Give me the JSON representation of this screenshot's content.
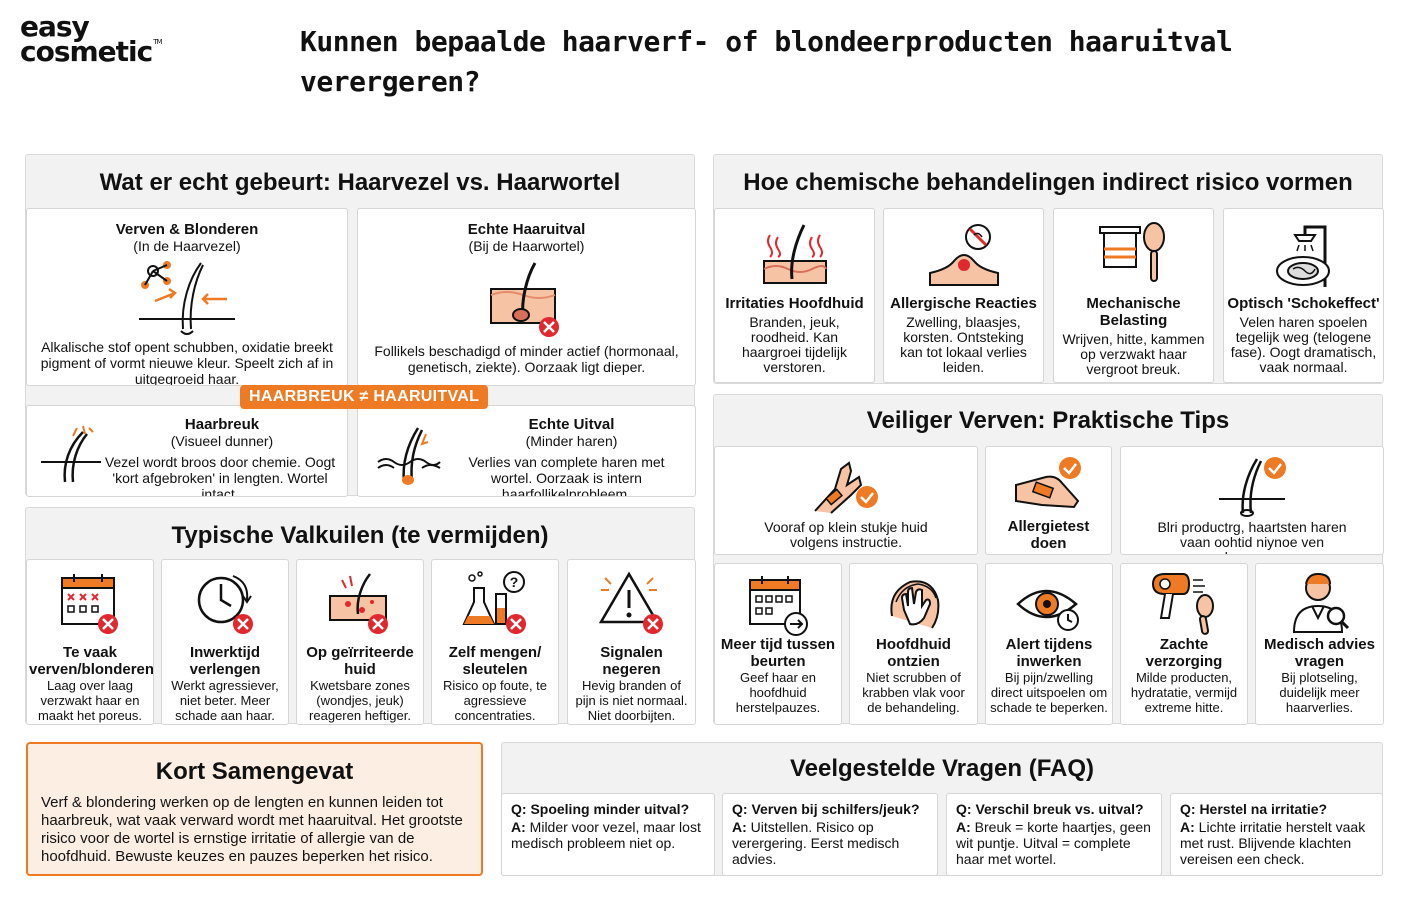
{
  "brand": {
    "line1": "easy",
    "line2": "cosmetic",
    "tm": "TM"
  },
  "title": "Kunnen bepaalde haarverf- of blondeerproducten haaruitval verergeren?",
  "section1": {
    "title": "Wat er echt gebeurt: Haarvezel vs. Haarwortel",
    "badge": "HAARBREUK ≠ HAARUITVAL",
    "cards": [
      {
        "title": "Verven & Blonderen",
        "subtitle": "(In de Haarvezel)",
        "text": "Alkalische stof opent schubben, oxidatie breekt pigment of vormt nieuwe kleur. Speelt zich af in uitgegroeid haar."
      },
      {
        "title": "Echte Haaruitval",
        "subtitle": "(Bij de Haarwortel)",
        "text": "Follikels beschadigd of minder actief (hormonaal, genetisch, ziekte). Oorzaak ligt dieper."
      },
      {
        "title": "Haarbreuk",
        "subtitle": "(Visueel dunner)",
        "text": "Vezel wordt broos door chemie. Oogt 'kort afgebroken' in lengten. Wortel intact."
      },
      {
        "title": "Echte Uitval",
        "subtitle": "(Minder haren)",
        "text": "Verlies van complete haren met wortel. Oorzaak is intern haarfollikelprobleem."
      }
    ]
  },
  "section2": {
    "title": "Hoe chemische behandelingen indirect risico vormen",
    "cards": [
      {
        "title": "Irritaties Hoofdhuid",
        "text": "Branden, jeuk, roodheid. Kan haargroei tijdelijk verstoren."
      },
      {
        "title": "Allergische Reacties",
        "text": "Zwelling, blaasjes, korsten. Ontsteking kan tot lokaal verlies leiden."
      },
      {
        "title": "Mechanische Belasting",
        "text": "Wrijven, hitte, kammen op verzwakt haar vergroot breuk."
      },
      {
        "title": "Optisch 'Schokeffect'",
        "text": "Velen haren spoelen tegelijk weg (telogene fase). Oogt dramatisch, vaak normaal."
      }
    ]
  },
  "section3": {
    "title": "Typische Valkuilen (te vermijden)",
    "cards": [
      {
        "title": "Te vaak verven/blonderen",
        "text": "Laag over laag verzwakt haar en maakt het poreus."
      },
      {
        "title": "Inwerktijd verlengen",
        "text": "Werkt agressiever, niet beter. Meer schade aan haar."
      },
      {
        "title": "Op geïrriteerde huid",
        "text": "Kwetsbare zones (wondjes, jeuk) reageren heftiger."
      },
      {
        "title": "Zelf mengen/ sleutelen",
        "text": "Risico op foute, te agressieve concentraties."
      },
      {
        "title": "Signalen negeren",
        "text": "Hevig branden of pijn is niet normaal. Niet doorbijten."
      }
    ]
  },
  "section4": {
    "title": "Veiliger Verven: Praktische Tips",
    "top": [
      {
        "title": "",
        "text": "Vooraf op klein stukje huid volgens instructie."
      },
      {
        "title": "Allergietest doen",
        "text": ""
      },
      {
        "title": "",
        "text": "Blri productrg, haartsten haren vaan oohtid niynoe ven boroven."
      }
    ],
    "bottom": [
      {
        "title": "Meer tijd tussen beurten",
        "text": "Geef haar en hoofdhuid herstelpauzes."
      },
      {
        "title": "Hoofdhuid ontzien",
        "text": "Niet scrubben of krabben vlak voor de behandeling."
      },
      {
        "title": "Alert tijdens inwerken",
        "text": "Bij pijn/zwelling direct uitspoelen om schade te beperken."
      },
      {
        "title": "Zachte verzorging",
        "text": "Milde producten, hydratatie, vermijd extreme hitte."
      },
      {
        "title": "Medisch advies vragen",
        "text": "Bij plotseling, duidelijk meer haarverlies."
      }
    ]
  },
  "summary": {
    "title": "Kort Samengevat",
    "text": "Verf & blondering werken op de lengten en kunnen leiden tot haarbreuk, wat vaak verward wordt met haaruitval. Het grootste risico voor de wortel is ernstige irritatie of allergie van de hoofdhuid. Bewuste keuzes en pauzes beperken het risico."
  },
  "faq": {
    "title": "Veelgestelde Vragen (FAQ)",
    "a_prefix": "A:",
    "items": [
      {
        "q": "Q: Spoeling minder uitval?",
        "a": "Milder voor vezel, maar lost medisch probleem niet op."
      },
      {
        "q": "Q: Verven bij schilfers/jeuk?",
        "a": "Uitstellen. Risico op verergering. Eerst medisch advies."
      },
      {
        "q": "Q: Verschil breuk vs. uitval?",
        "a": "Breuk = korte haartjes, geen wit puntje. Uitval = complete haar met wortel."
      },
      {
        "q": "Q: Herstel na irritatie?",
        "a": "Lichte irritatie herstelt vaak met rust. Blijvende klachten vereisen een check."
      }
    ]
  },
  "colors": {
    "accent": "#ef7a24",
    "danger": "#e0282e",
    "panel": "#f2f2f2",
    "skin": "#f6c3a4"
  }
}
